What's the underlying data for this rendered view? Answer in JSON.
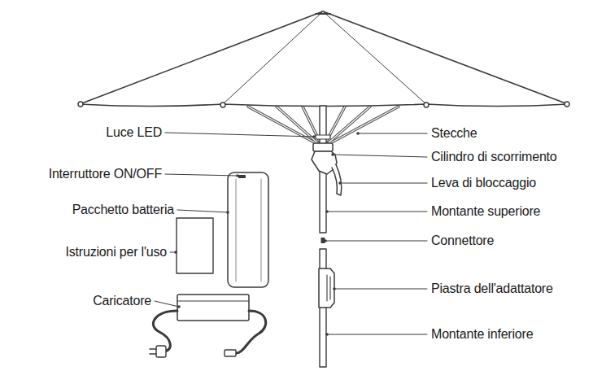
{
  "diagram": {
    "labels": [
      "Luce LED",
      "Stecche",
      "Cilindro di scorrimento",
      "Interruttore ON/OFF",
      "Leva di bloccaggio",
      "Pacchetto batteria",
      "Montante superiore",
      "Istruzioni per l'uso",
      "Connettore",
      "Caricatore",
      "Piastra dell'adattatore",
      "Montante inferiore"
    ]
  }
}
